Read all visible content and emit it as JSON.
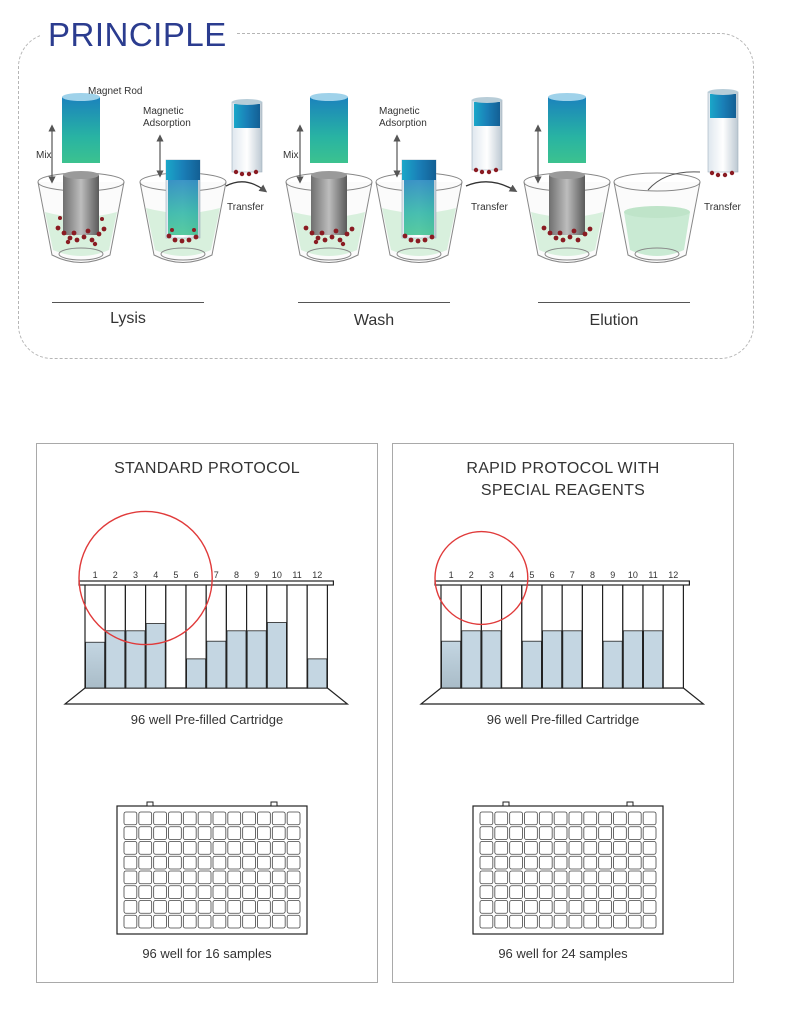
{
  "principle": {
    "title": "PRINCIPLE",
    "labels": {
      "magnet_rod": "Magnet Rod",
      "mix_1": "Mix",
      "mix_2": "Mix",
      "adsorption_1": "Magnetic\nAdsorption",
      "adsorption_2": "Magnetic\nAdsorption",
      "transfer_1": "Transfer",
      "transfer_2": "Transfer",
      "transfer_3": "Transfer"
    },
    "steps": [
      "Lysis",
      "Wash",
      "Elution"
    ]
  },
  "panels": [
    {
      "title_line1": "STANDARD PROTOCOL",
      "title_line2": "",
      "cartridge_caption": "96 well Pre-filled Cartridge",
      "plate_caption": "96 well for 16 samples",
      "well_numbers": [
        "1",
        "2",
        "3",
        "4",
        "5",
        "6",
        "7",
        "8",
        "9",
        "10",
        "11",
        "12"
      ],
      "well_fill": [
        0.44,
        0.55,
        0.55,
        0.62,
        0.0,
        0.28,
        0.45,
        0.55,
        0.55,
        0.63,
        0.0,
        0.28
      ],
      "highlight_wells": "1-6"
    },
    {
      "title_line1": "RAPID PROTOCOL WITH",
      "title_line2": "SPECIAL REAGENTS",
      "cartridge_caption": "96 well Pre-filled Cartridge",
      "plate_caption": "96 well for 24 samples",
      "well_numbers": [
        "1",
        "2",
        "3",
        "4",
        "5",
        "6",
        "7",
        "8",
        "9",
        "10",
        "11",
        "12"
      ],
      "well_fill": [
        0.45,
        0.55,
        0.55,
        0.0,
        0.45,
        0.55,
        0.55,
        0.0,
        0.45,
        0.55,
        0.55,
        0.0
      ],
      "highlight_wells": "1-4"
    }
  ],
  "colors": {
    "title_blue": "#2b3c8f",
    "highlight_red": "#e03a3a",
    "well_fill": "#c4d6e2",
    "liquid_green": "#c9ead3",
    "bead_red": "#8a1b22"
  }
}
